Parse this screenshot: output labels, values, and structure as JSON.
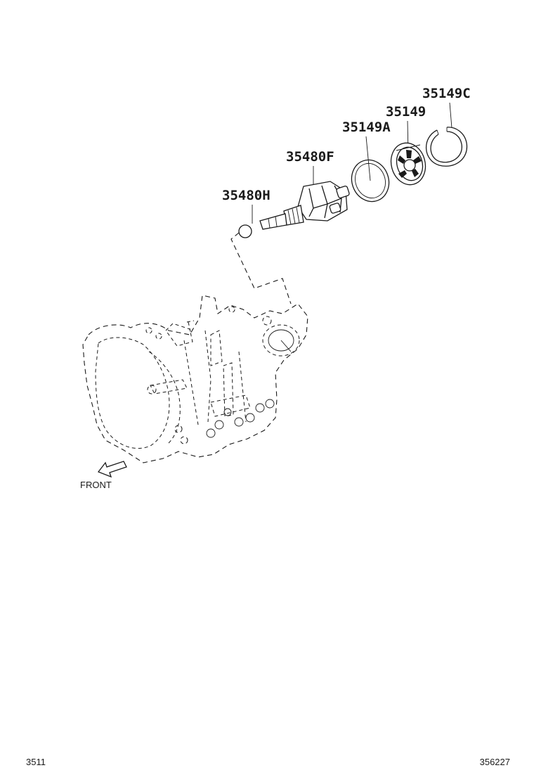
{
  "parts": {
    "p35149C": "35149C",
    "p35149": "35149",
    "p35149A": "35149A",
    "p35480F": "35480F",
    "p35480H": "35480H"
  },
  "direction_label": "FRONT",
  "footer": {
    "left": "3511",
    "right": "356227"
  }
}
